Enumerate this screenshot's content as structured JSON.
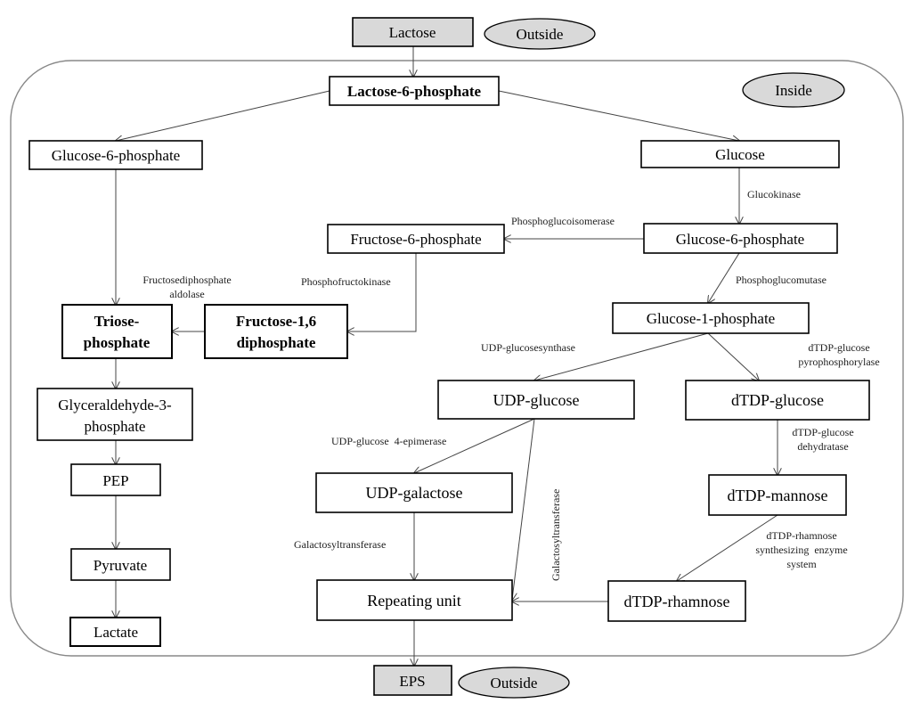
{
  "compartments": {
    "outside": "Outside",
    "inside": "Inside"
  },
  "nodes": {
    "lactose": "Lactose",
    "lactose6p": "Lactose-6-phosphate",
    "glc6p_left": "Glucose-6-phosphate",
    "glucose": "Glucose",
    "glc6p_right": "Glucose-6-phosphate",
    "fru6p": "Fructose-6-phosphate",
    "triose": [
      "Triose-",
      "phosphate"
    ],
    "fru16": [
      "Fructose-1,6",
      "diphosphate"
    ],
    "glc1p": "Glucose-1-phosphate",
    "udpglc": "UDP-glucose",
    "dtdpglc": "dTDP-glucose",
    "ga3p": [
      "Glyceraldehyde-3-",
      "phosphate"
    ],
    "udpgal": "UDP-galactose",
    "dtdpman": "dTDP-mannose",
    "pep": "PEP",
    "pyruvate": "Pyruvate",
    "repeat": "Repeating unit",
    "dtdprha": "dTDP-rhamnose",
    "lactate": "Lactate",
    "eps": "EPS"
  },
  "enzymes": {
    "glucokinase": "Glucokinase",
    "pgi": "Phosphoglucoisomerase",
    "fdp_aldolase": [
      "Fructosediphosphate",
      "aldolase"
    ],
    "pfk": "Phosphofructokinase",
    "pgm": "Phosphoglucomutase",
    "udpglc_synthase": "UDP-glucosesynthase",
    "dtdpglc_ppase": [
      "dTDP-glucose",
      "pyrophosphorylase"
    ],
    "epimerase": "UDP-glucose  4-epimerase",
    "dtdpglc_dehydratase": [
      "dTDP-glucose",
      "dehydratase"
    ],
    "galtrans_left": "Galactosyltransferase",
    "galtrans_vertical": "Galactosyltransferase",
    "rha_synth": [
      "dTDP-rhamnose",
      "synthesizing  enzyme",
      "system"
    ]
  }
}
